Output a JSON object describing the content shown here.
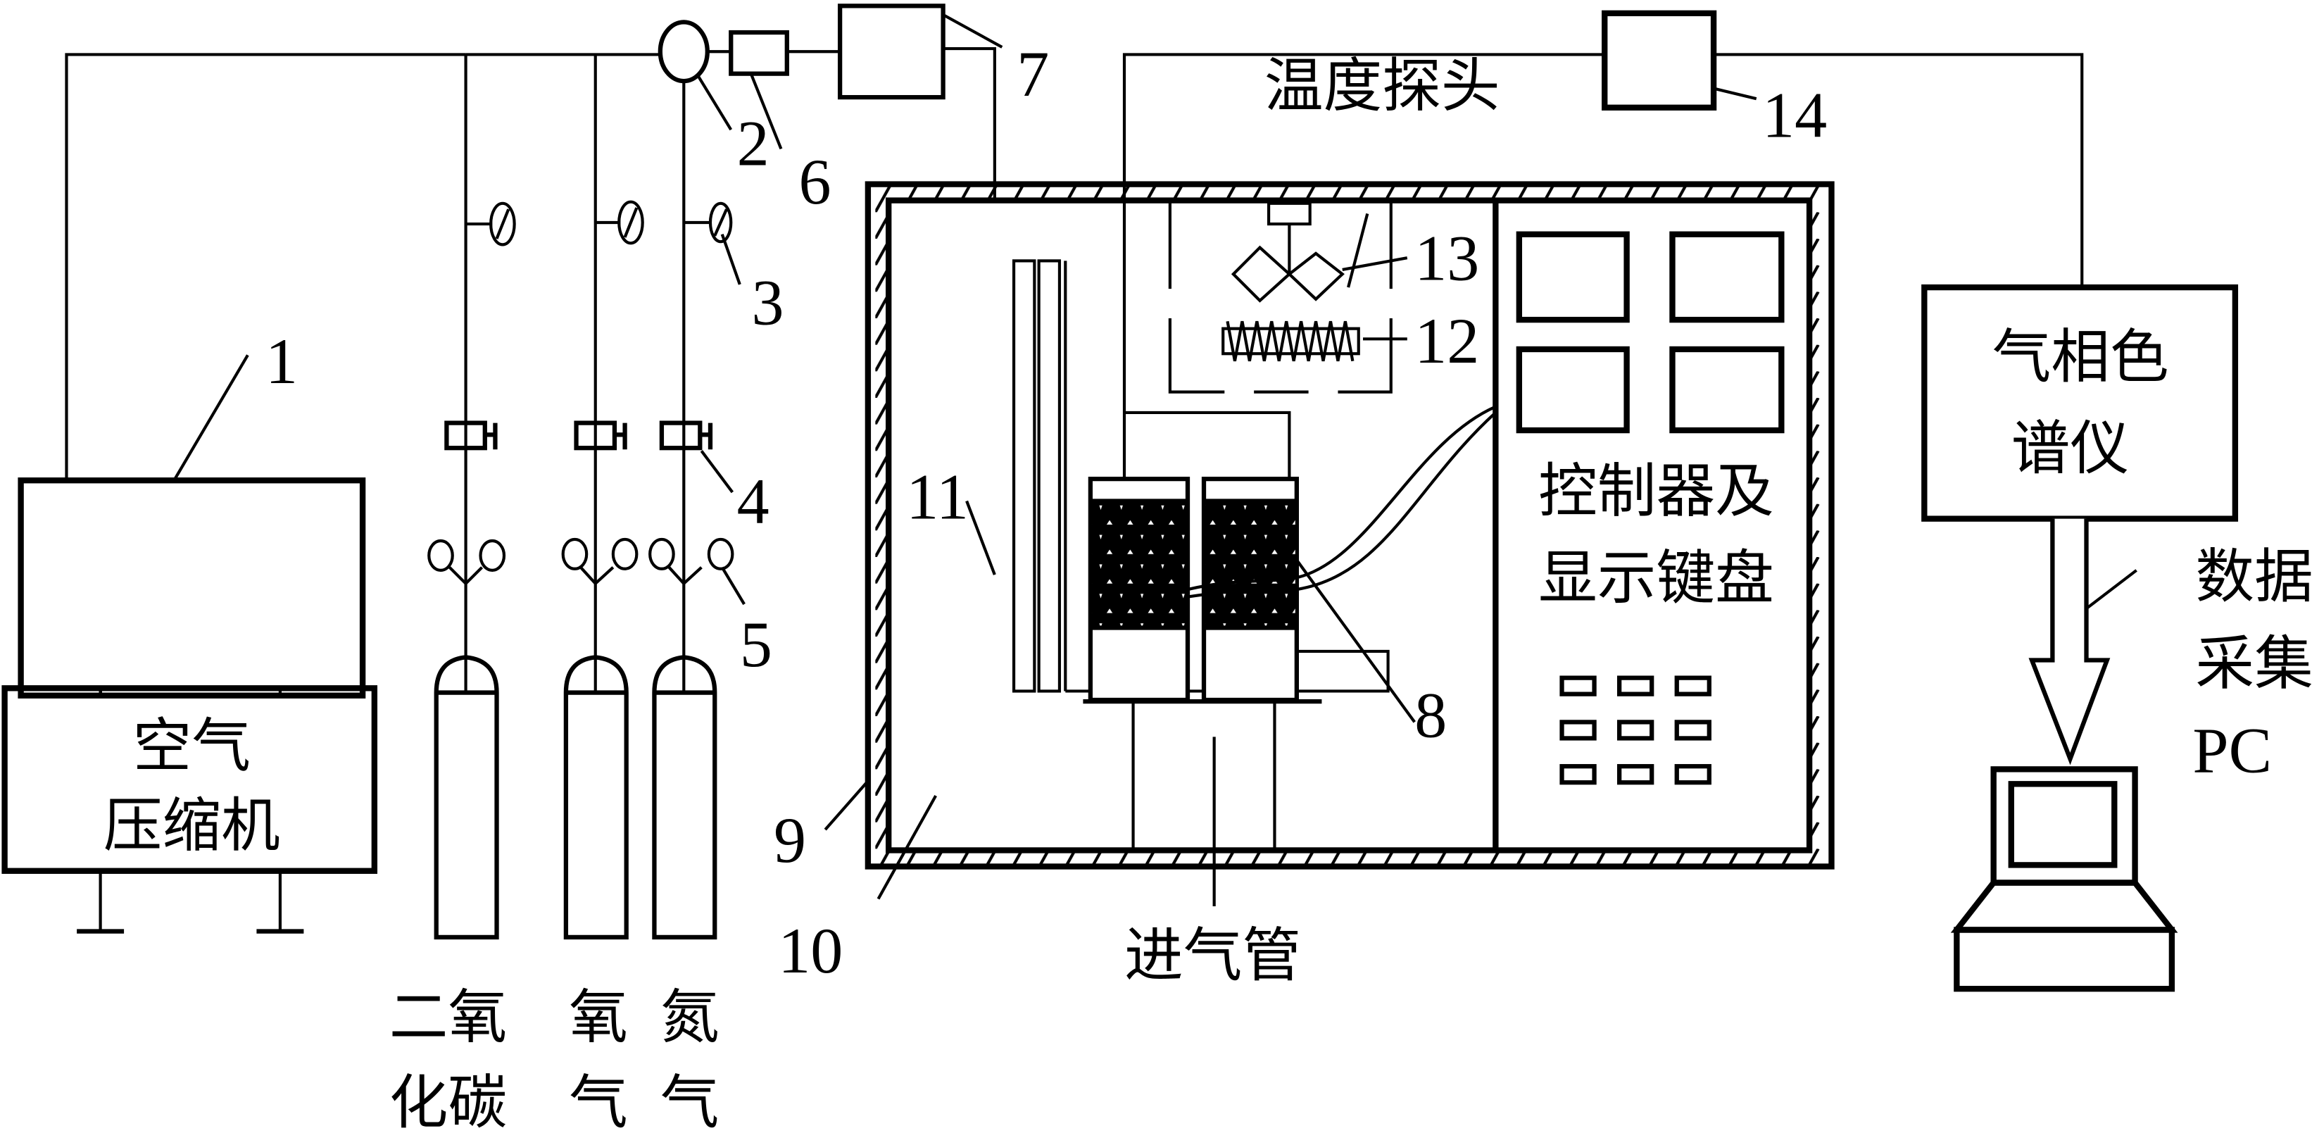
{
  "diagram": {
    "type": "experimental-apparatus-schematic",
    "components": {
      "air_compressor": {
        "label_line1": "空气",
        "label_line2": "压缩机",
        "number": "1"
      },
      "mixing_chamber": {
        "number": "2"
      },
      "pressure_gauge": {
        "number": "3"
      },
      "valve": {
        "number": "4"
      },
      "cylinder_valve": {
        "number": "5"
      },
      "flow_meter": {
        "number": "6"
      },
      "humidifier": {
        "number": "7"
      },
      "sample_tank": {
        "number": "8"
      },
      "insulation_wall": {
        "number": "9"
      },
      "chamber": {
        "number": "10"
      },
      "gas_pipe": {
        "number": "11"
      },
      "heater": {
        "number": "12"
      },
      "fan": {
        "number": "13"
      },
      "gas_sampler": {
        "number": "14"
      },
      "temperature_probe": {
        "label": "温度探头"
      },
      "controller": {
        "label_line1": "控制器及",
        "label_line2": "显示键盘"
      },
      "gas_chromatograph": {
        "label_line1": "气相色",
        "label_line2": "谱仪"
      },
      "data_acquisition": {
        "label_line1": "数据",
        "label_line2": "采集",
        "label_line3": "PC"
      },
      "inlet_pipe": {
        "label": "进气管"
      }
    },
    "cylinders": [
      {
        "label_line1": "二氧",
        "label_line2": "化碳"
      },
      {
        "label_line1": "氧",
        "label_line2": "气"
      },
      {
        "label_line1": "氮",
        "label_line2": "气"
      }
    ]
  }
}
